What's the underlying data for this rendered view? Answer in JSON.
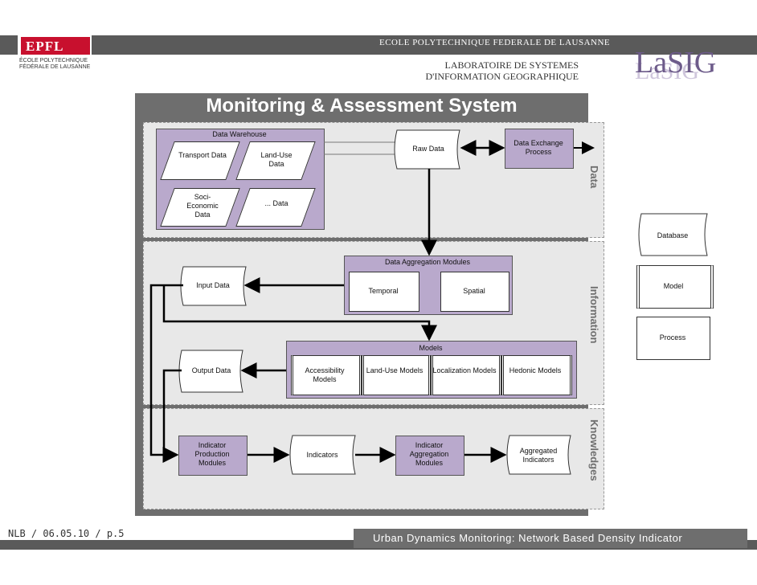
{
  "header": {
    "epfl_logo_text": "EPFL",
    "epfl_subtitle": [
      "ÉCOLE POLYTECHNIQUE",
      "FÉDÉRALE DE LAUSANNE"
    ],
    "school_name": "ECOLE POLYTECHNIQUE FEDERALE DE LAUSANNE",
    "lab_name_line1": "LABORATOIRE DE SYSTEMES",
    "lab_name_line2": "D'INFORMATION GEOGRAPHIQUE",
    "lab_logo": "LaSIG"
  },
  "diagram": {
    "title": "Monitoring & Assessment System",
    "layers": {
      "data": "Data",
      "information": "Information",
      "knowledges": "Knowledges"
    },
    "data_warehouse": {
      "title": "Data Warehouse",
      "items": [
        "Transport Data",
        "Land-Use Data",
        "Soci-Economic Data",
        "... Data"
      ]
    },
    "raw_data": "Raw Data",
    "data_exchange": "Data Exchange Process",
    "aggregation": {
      "title": "Data Aggregation Modules",
      "temporal": "Temporal",
      "spatial": "Spatial"
    },
    "input_data": "Input Data",
    "output_data": "Output Data",
    "models": {
      "title": "Models",
      "items": [
        "Accessibility Models",
        "Land-Use Models",
        "Localization Models",
        "Hedonic Models"
      ]
    },
    "indicator_production": "Indicator Production Modules",
    "indicators": "Indicators",
    "indicator_aggregation": "Indicator Aggregation Modules",
    "aggregated_indicators": "Aggregated Indicators",
    "legend": {
      "database": "Database",
      "model": "Model",
      "process": "Process"
    }
  },
  "footer": {
    "left": "NLB / 06.05.10 / p.5",
    "right": "Urban Dynamics Monitoring: Network Based Density Indicator"
  }
}
